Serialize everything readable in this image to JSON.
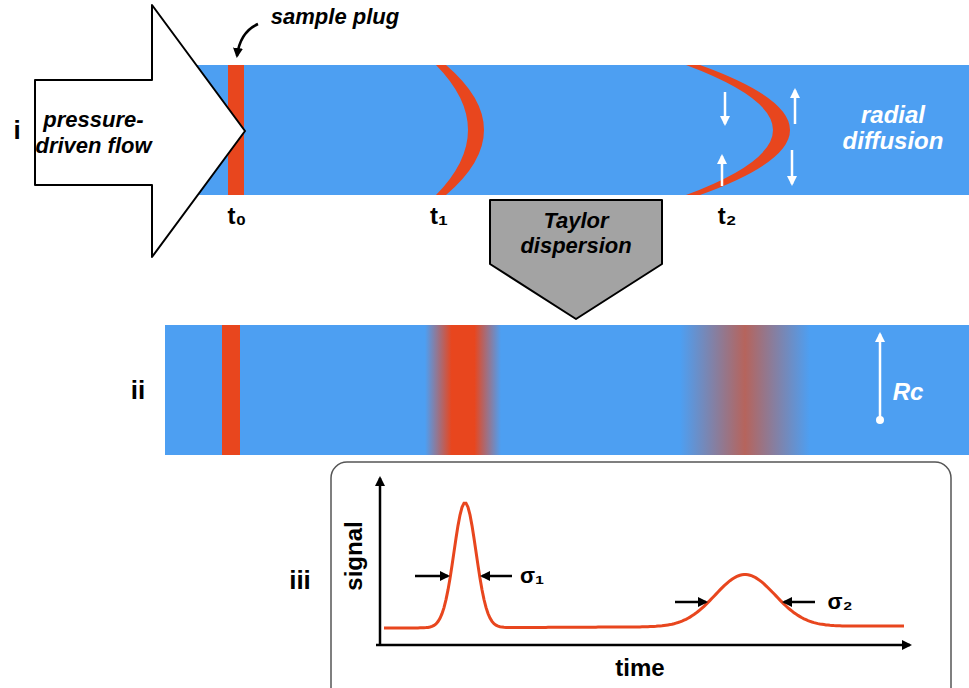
{
  "diagram": {
    "nodes": [
      {
        "text": [
          "pressure-driven flow"
        ]
      },
      {
        "text": [
          "Taylor dispersion"
        ]
      }
    ],
    "labels": [
      "sample plug",
      "i",
      "t₀",
      "t₁",
      "t₂",
      "radial diffusion",
      "ii",
      "Rc",
      "iii",
      "signal",
      "time",
      "σ₁",
      "σ₂"
    ]
  }
}
